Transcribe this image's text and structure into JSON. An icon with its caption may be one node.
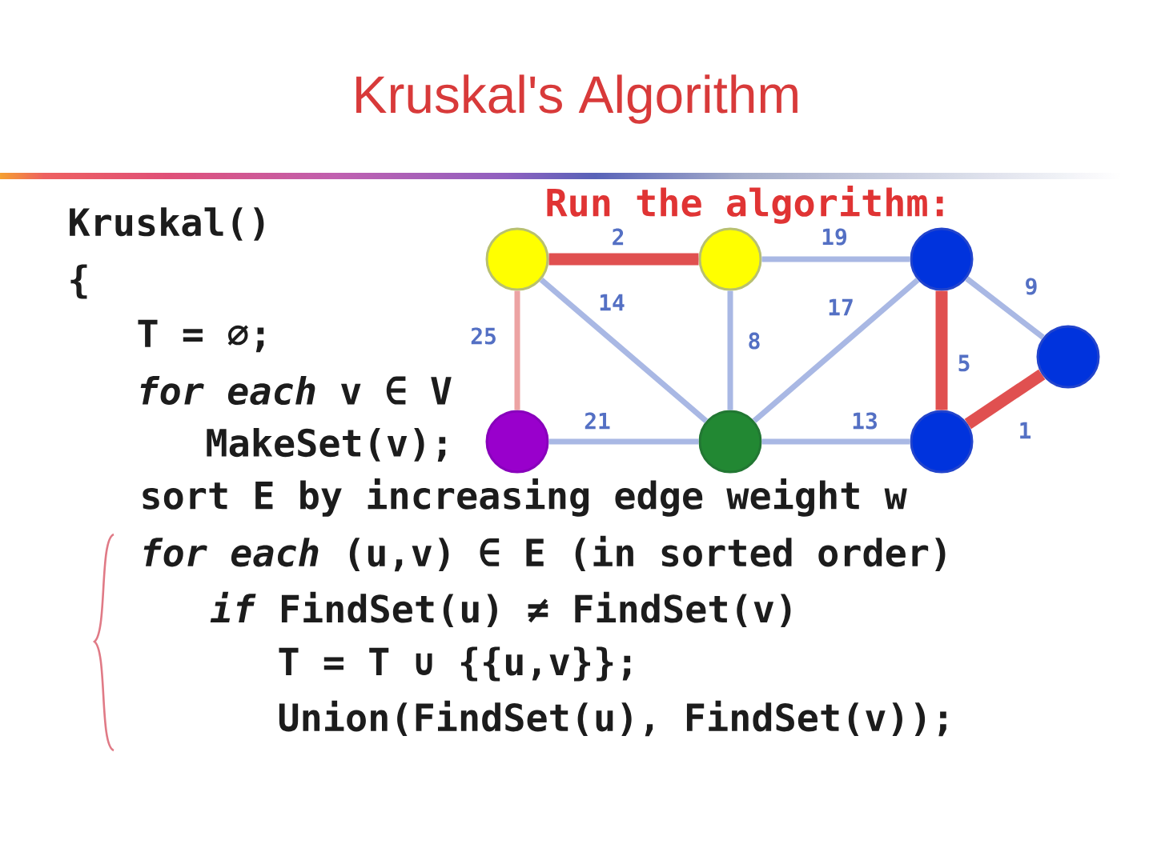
{
  "diagram": {
    "title": "Kruskal's Algorithm",
    "nodes": [
      {
        "text": [],
        "shape": "circle"
      },
      {
        "text": [],
        "shape": "circle"
      },
      {
        "text": [],
        "shape": "circle"
      },
      {
        "text": [],
        "shape": "circle"
      },
      {
        "text": [],
        "shape": "circle"
      },
      {
        "text": [],
        "shape": "circle"
      },
      {
        "text": [],
        "shape": "circle"
      }
    ],
    "edges": [
      {
        "from": 0,
        "to": 1,
        "arrow": "none",
        "label": "2",
        "style": "thick",
        "color": "#e05050"
      },
      {
        "from": 1,
        "to": 2,
        "arrow": "none",
        "label": "19"
      },
      {
        "from": 2,
        "to": 3,
        "arrow": "none",
        "label": "9"
      },
      {
        "from": 0,
        "to": 4,
        "arrow": "none",
        "label": "25",
        "color": "#eca3a3"
      },
      {
        "from": 0,
        "to": 5,
        "arrow": "none",
        "label": "14"
      },
      {
        "from": 1,
        "to": 5,
        "arrow": "none",
        "label": "8"
      },
      {
        "from": 5,
        "to": 2,
        "arrow": "none",
        "label": "17"
      },
      {
        "from": 2,
        "to": 6,
        "arrow": "none",
        "label": "5",
        "style": "thick",
        "color": "#e05050"
      },
      {
        "from": 4,
        "to": 5,
        "arrow": "none",
        "label": "21"
      },
      {
        "from": 5,
        "to": 6,
        "arrow": "none",
        "label": "13"
      },
      {
        "from": 6,
        "to": 3,
        "arrow": "none",
        "label": "1",
        "style": "thick",
        "color": "#e05050"
      }
    ],
    "labels": [
      "Kruskal()",
      "{",
      "T = ∅;",
      "*for each* v ∈ V",
      "MakeSet(v);",
      "sort E by increasing edge weight w",
      "*for each* (u,v) ∈ E (in sorted order)",
      "*if* FindSet(u) ≠ FindSet(v)",
      "T = T ∪ {{u,v}};",
      "Union(FindSet(u), FindSet(v));",
      "Run the algorithm:"
    ]
  }
}
